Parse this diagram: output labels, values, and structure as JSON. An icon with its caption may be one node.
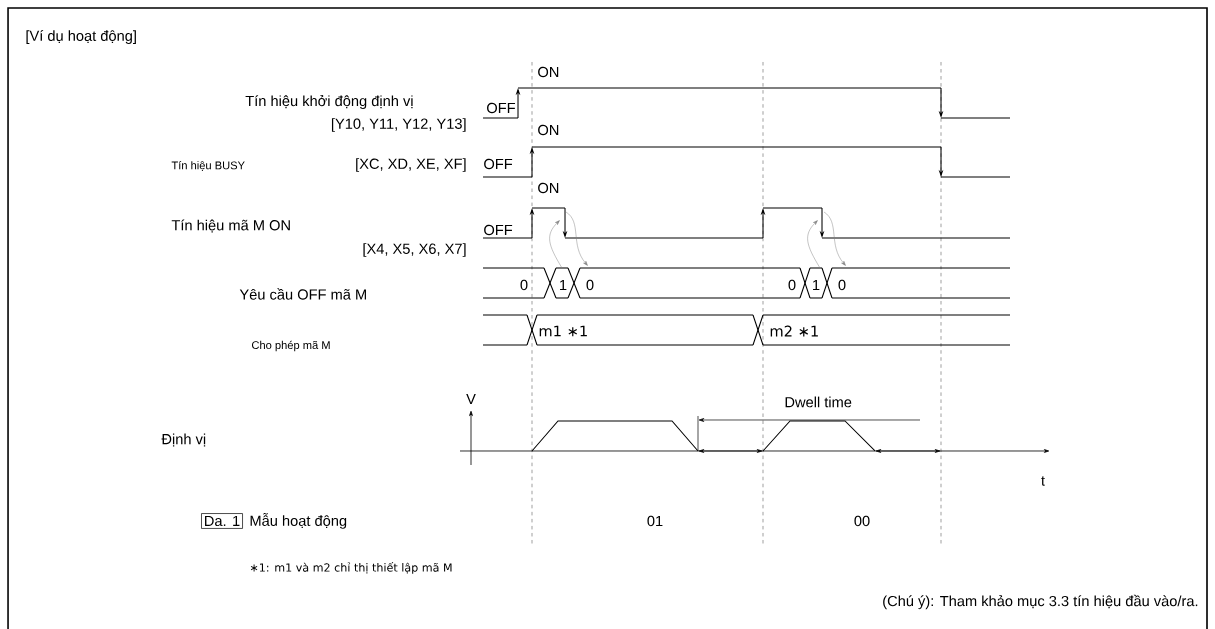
{
  "diagram": {
    "title": "[Ví dụ hoạt động]",
    "caption": "(Chú ý): Tham khảo mục 3.3 tín hiệu đầu vào/ra.",
    "nodes": [
      {
        "text": [
          "Da. 1"
        ]
      }
    ],
    "labels": [
      "ON",
      "Tín hiệu khởi động định vị",
      "OFF",
      "[Y10, Y11, Y12, Y13]",
      "ON",
      "Tín hiệu BUSY",
      "[XC, XD, XE, XF]",
      "OFF",
      "ON",
      "Tín hiệu mã M ON",
      "OFF",
      "[X4, X5, X6, X7]",
      "Yêu cầu OFF mã M",
      "0",
      "1",
      "0",
      "0",
      "1",
      "0",
      "Cho phép mã M",
      "m1 ∗1",
      "m2 ∗1",
      "V",
      "Dwell time",
      "Định vị",
      "t",
      "Mẫu hoạt động",
      "01",
      "00",
      "∗1: m1 và m2 chỉ thị thiết lập mã M"
    ]
  }
}
